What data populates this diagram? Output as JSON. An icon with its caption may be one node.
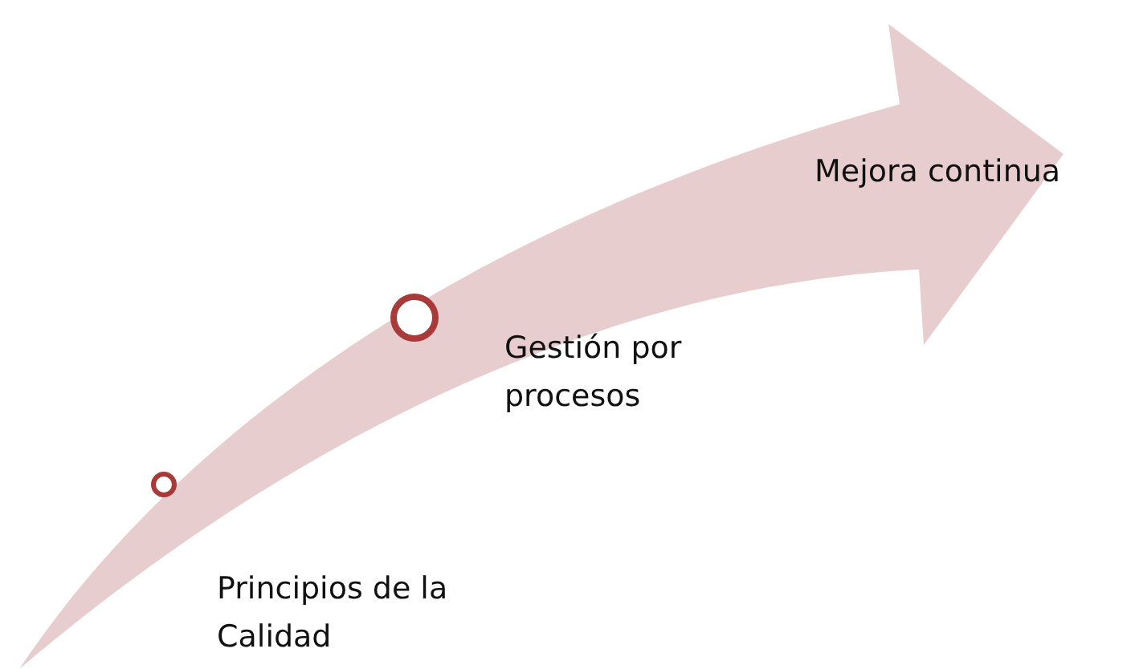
{
  "diagram": {
    "nodes": [
      {
        "text": [],
        "shape": "circle",
        "beside": [
          "Principios de la Calidad"
        ]
      },
      {
        "text": [],
        "shape": "circle",
        "beside": [
          "Gestión por procesos"
        ]
      }
    ],
    "labels": [
      "Mejora continua"
    ]
  }
}
